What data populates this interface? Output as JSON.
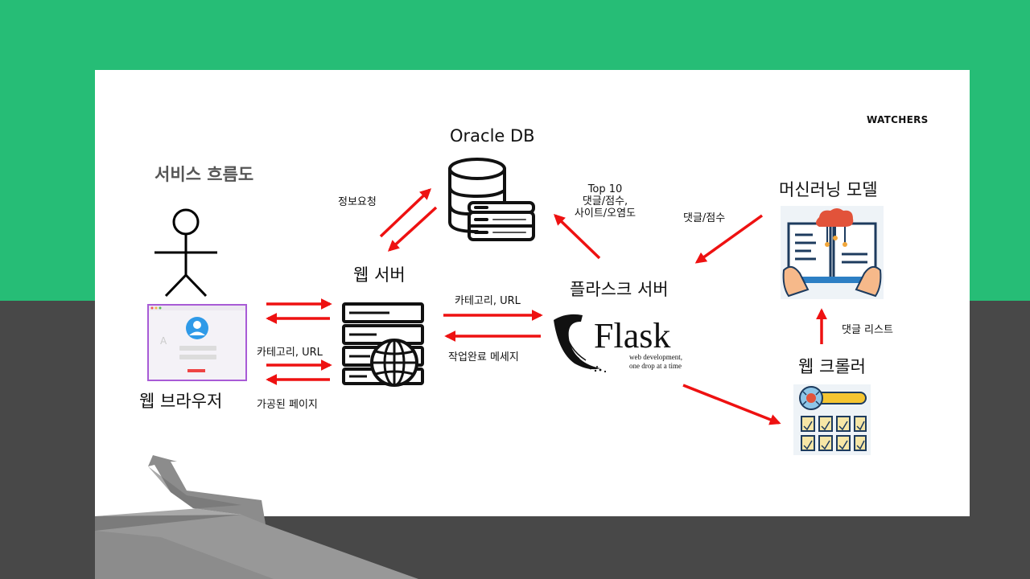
{
  "brand": "WATCHERS",
  "heading": "서비스 흐름도",
  "nodes": {
    "oracle_db": "Oracle DB",
    "web_server": "웹 서버",
    "flask_server": "플라스크 서버",
    "ml_model": "머신러닝 모델",
    "web_browser": "웹 브라우저",
    "web_crawler": "웹 크롤러"
  },
  "edges": {
    "info_request": "정보요청",
    "top10_line1": "Top 10",
    "top10_line2": "댓글/점수,",
    "top10_line3": "사이트/오염도",
    "comment_score": "댓글/점수",
    "category_url_to_flask": "카테고리, URL",
    "task_complete": "작업완료 메세지",
    "category_url_from_browser": "카테고리, URL",
    "processed_page": "가공된 페이지",
    "comment_list": "댓글 리스트"
  },
  "flask_logo": {
    "word": "Flask",
    "tagline_line1": "web development,",
    "tagline_line2": "one drop at a time"
  },
  "colors": {
    "green_band": "#26bd76",
    "dark_band": "#484848",
    "arrow": "#ee1111"
  }
}
